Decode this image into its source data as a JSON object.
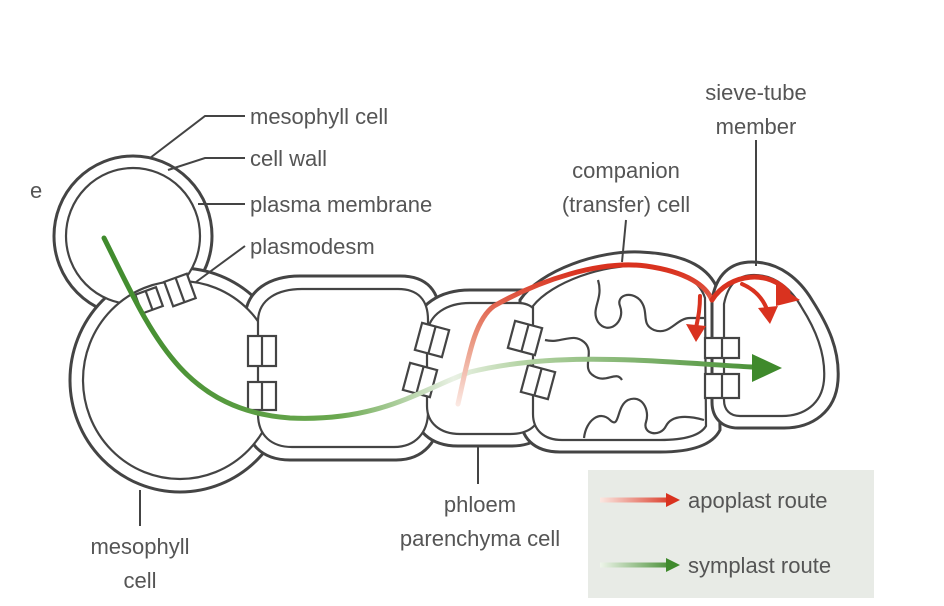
{
  "labels": {
    "stray_glyph": "e",
    "mesophyll_cell_top": "mesophyll cell",
    "cell_wall": "cell wall",
    "plasma_membrane": "plasma membrane",
    "plasmodesm": "plasmodesm",
    "companion_line1": "companion",
    "companion_line2": "(transfer) cell",
    "sieve_line1": "sieve-tube",
    "sieve_line2": "member",
    "phloem_line1": "phloem",
    "phloem_line2": "parenchyma cell",
    "mesophyll_bottom_line1": "mesophyll",
    "mesophyll_bottom_line2": "cell"
  },
  "legend": {
    "items": [
      {
        "label": "apoplast route",
        "color": "#d9321f"
      },
      {
        "label": "symplast route",
        "color": "#3f8a2c"
      }
    ],
    "background": "#e8ebe6"
  },
  "colors": {
    "outline": "#444444",
    "apoplast": "#d9321f",
    "symplast": "#3f8a2c"
  }
}
